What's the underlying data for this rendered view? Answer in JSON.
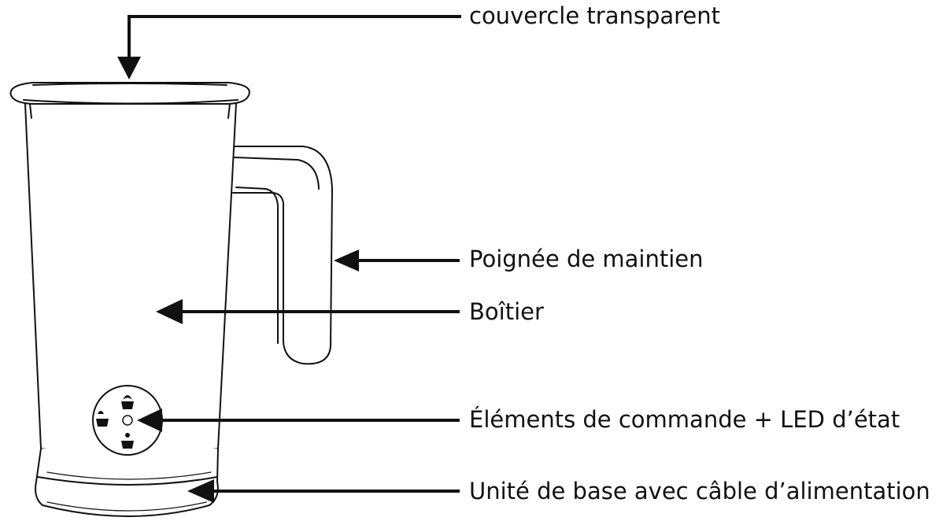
{
  "labels": {
    "lid": "couvercle transparent",
    "handle": "Poignée de maintien",
    "housing": "Boîtier",
    "controls": "Éléments de commande + LED d’état",
    "base": "Unité de base avec câble d’alimentation"
  },
  "colors": {
    "line": "#111111",
    "background": "#ffffff"
  }
}
